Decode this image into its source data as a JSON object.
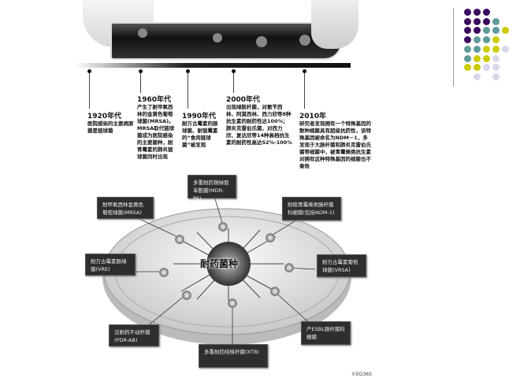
{
  "colors": {
    "purple": "#3a0a5e",
    "teal": "#5f9a9a",
    "yellow": "#cccc00",
    "lavender": "#d8d8ec"
  },
  "dot_grid": [
    [
      "P",
      "P",
      "P",
      "",
      ""
    ],
    [
      "P",
      "P",
      "P",
      "T",
      ""
    ],
    [
      "P",
      "P",
      "T",
      "T",
      "Y"
    ],
    [
      "P",
      "T",
      "T",
      "Y",
      ""
    ],
    [
      "T",
      "T",
      "Y",
      "Y",
      "L"
    ],
    [
      "T",
      "Y",
      "Y",
      "L",
      ""
    ],
    [
      "Y",
      "Y",
      "L",
      "L",
      ""
    ],
    [
      "",
      "L",
      "",
      "L",
      ""
    ]
  ],
  "timeline": [
    {
      "year": "1920年代",
      "text": "医院感染的主要病原菌是链球菌"
    },
    {
      "year": "1960年代",
      "text": "产生了耐甲氧西林的金黄色葡萄球菌(MRSA)。MRSA取代链球菌成为医院感染的主要菌种，耐青霉素的肺炎链球菌同时出现"
    },
    {
      "year": "1990年代",
      "text": "耐万古霉素的肠球菌、耐链霉素的“食肉链球菌”被发现"
    },
    {
      "year": "2000年代",
      "text": "出现绿脓杆菌，对氨苄西林、阿莫西林、西力欣等8种抗生素的耐药性达100%；肺炎克雷伯氏菌，对西力欣、复达欣等14种高档抗生素的耐药性高达52%-100%"
    },
    {
      "year": "2010年",
      "text": "研究者发现拥有一个特殊基因的数种细菌具有超级抗药性，该特殊基因被命名为NDM－1，多发现于大肠杆菌和肺炎克雷伯氏菌等细菌中，被青霉烯类抗生素对拥有这种特殊基因的细菌也不奏效"
    }
  ],
  "center_label": "耐药菌种",
  "labels": {
    "mdr_pa": "多重耐药铜绿假单胞菌(MDR-PA)",
    "mrsa": "耐甲氧西林金黄色葡萄球菌(MRSA)",
    "ndm1": "耐碳青霉烯类肠杆菌科细菌(包括NDM-1)",
    "vre": "耐万古霉素肠球菌(VRE)",
    "vrsa": "耐万古霉素葡萄球菌(VRSA)",
    "pdr_ab": "泛耐药不动杆菌(PDR-AB)",
    "esbl": "产ESBL肠杆菌科细菌",
    "xtb": "多重耐药结核杆菌(XTB)"
  },
  "credit": "©EG365"
}
